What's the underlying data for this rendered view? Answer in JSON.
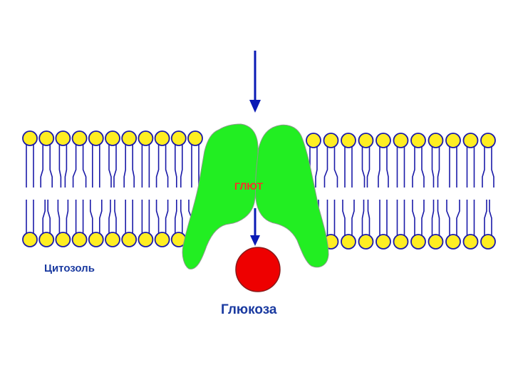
{
  "labels": {
    "cytosol": "Цитозоль",
    "transporter": "ГЛЮТ",
    "glucose": "Глюкоза"
  },
  "colors": {
    "membrane_lines": "#1a1aa8",
    "lipid_head_fill": "#ffee22",
    "lipid_head_stroke": "#1a1aa8",
    "transporter": "#22ee22",
    "transporter_outline": "#8a9a8a",
    "glucose": "#ee0000",
    "glucose_outline": "#8a1a1a",
    "arrow": "#0a1ab5",
    "cytosol_label": "#1a3aa0",
    "transporter_label": "#ff2a2a",
    "glucose_label": "#1a3aa0"
  },
  "icons": {
    "membrane": "phospholipid-bilayer",
    "transporter": "glut-channel-protein",
    "glucose": "glucose-molecule"
  }
}
